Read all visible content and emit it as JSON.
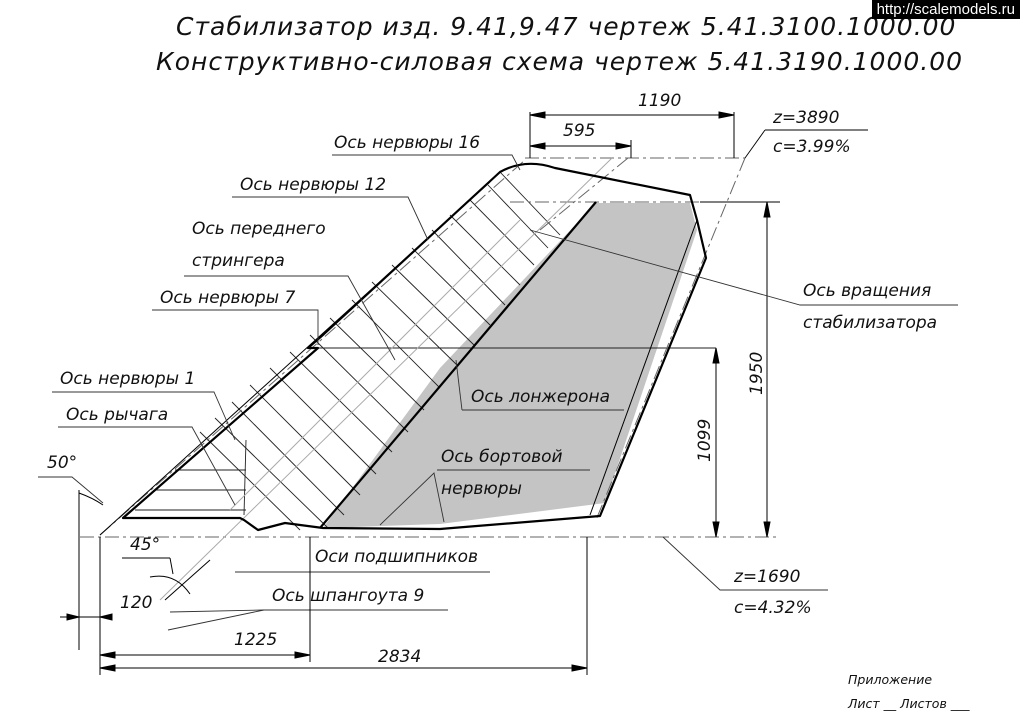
{
  "title": {
    "line1": "Стабилизатор изд. 9.41,9.47 чертеж 5.41.3100.1000.00",
    "line2": "Конструктивно-силовая схема чертеж 5.41.3190.1000.00"
  },
  "watermark": "http://scalemodels.ru",
  "labels": {
    "rib16": "Ось нервюры 16",
    "rib12": "Ось нервюры 12",
    "front_stringer_1": "Ось переднего",
    "front_stringer_2": "стрингера",
    "rib7": "Ось нервюры 7",
    "rib1": "Ось нервюры 1",
    "lever": "Ось рычага",
    "rotation_axis_1": "Ось вращения",
    "rotation_axis_2": "стабилизатора",
    "spar": "Ось лонжерона",
    "side_rib_1": "Ось бортовой",
    "side_rib_2": "нервюры",
    "bearings": "Оси подшипников",
    "frame9": "Ось шпангоута 9"
  },
  "dimensions": {
    "d1190": "1190",
    "d595": "595",
    "d1950": "1950",
    "d1099": "1099",
    "d1225": "1225",
    "d2834": "2834",
    "d120": "120",
    "angle50": "50°",
    "angle45": "45°"
  },
  "sections": {
    "tip": {
      "z": "z=3890",
      "c": "c=3.99%"
    },
    "root": {
      "z": "z=1690",
      "c": "c=4.32%"
    }
  },
  "stamp": {
    "appendix": "Приложение",
    "sheet": "Лист __  Листов ___"
  },
  "colors": {
    "fill_gray": "#c4c4c4",
    "line": "#000000",
    "thin": "#333333",
    "center": "#888888"
  }
}
